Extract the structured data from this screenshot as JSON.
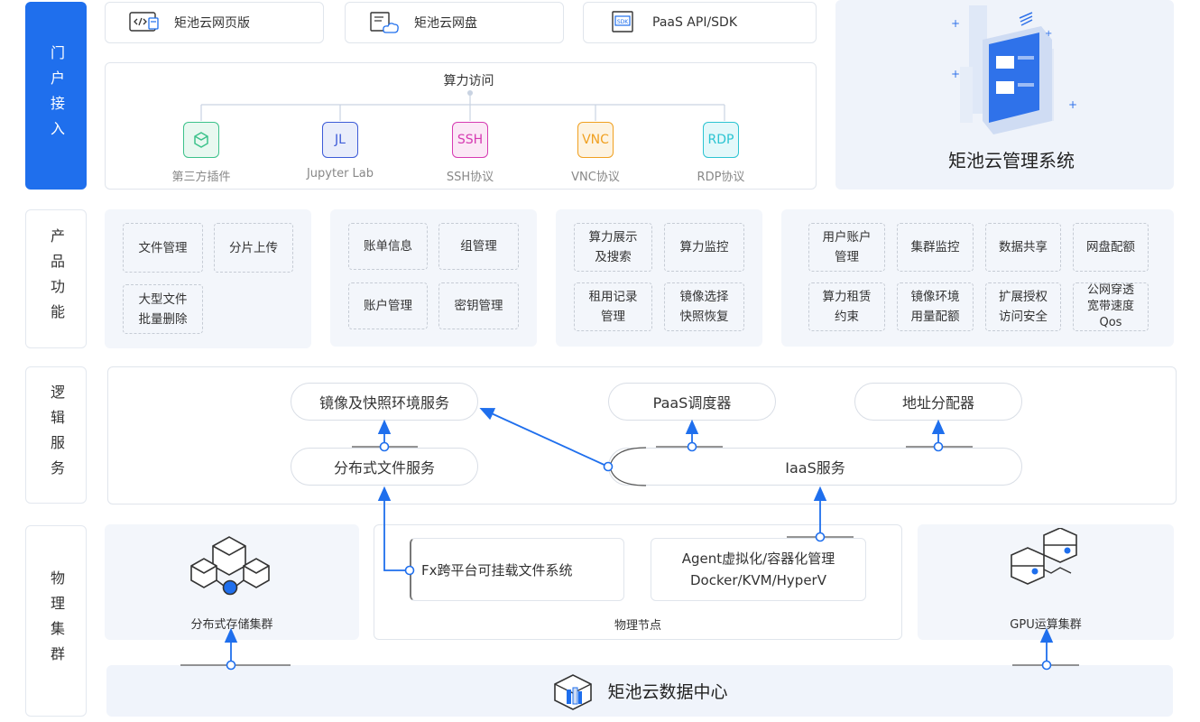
{
  "layers": {
    "portal": "门户接入",
    "product": "产品功能",
    "logic": "逻辑服务",
    "physical": "物理集群"
  },
  "portal": {
    "web": "矩池云网页版",
    "disk": "矩池云网盘",
    "api": "PaaS  API/SDK",
    "access_title": "算力访问",
    "tools": [
      {
        "text": "",
        "label": "第三方插件",
        "color": "#3cc28b",
        "bg": "#e8f8f0"
      },
      {
        "text": "JL",
        "label": "Jupyter Lab",
        "color": "#3d5bd8",
        "bg": "#e9edfb"
      },
      {
        "text": "SSH",
        "label": "SSH协议",
        "color": "#d63bb2",
        "bg": "#fbe8f6"
      },
      {
        "text": "VNC",
        "label": "VNC协议",
        "color": "#f0a020",
        "bg": "#fdf3e1"
      },
      {
        "text": "RDP",
        "label": "RDP协议",
        "color": "#2cc4d2",
        "bg": "#e3f8fa"
      }
    ],
    "system_title": "矩池云管理系统",
    "sdk_badge": "SDK"
  },
  "product": {
    "group1": [
      "文件管理",
      "分片上传",
      "大型文件\n批量删除"
    ],
    "group2": [
      "账单信息",
      "组管理",
      "账户管理",
      "密钥管理"
    ],
    "group3": [
      "算力展示\n及搜索",
      "算力监控",
      "租用记录\n管理",
      "镜像选择\n快照恢复"
    ],
    "group4": [
      "用户账户\n管理",
      "集群监控",
      "数据共享",
      "网盘配额",
      "算力租赁\n约束",
      "镜像环境\n用量配额",
      "扩展授权\n访问安全",
      "公网穿透\n宽带速度\nQos"
    ]
  },
  "logic": {
    "image_service": "镜像及快照环境服务",
    "paas_scheduler": "PaaS调度器",
    "address_allocator": "地址分配器",
    "dfs": "分布式文件服务",
    "iaas": "IaaS服务"
  },
  "physical": {
    "storage_cluster": "分布式存储集群",
    "fx": "Fx跨平台可挂载文件系统",
    "agent_line1": "Agent虚拟化/容器化管理",
    "agent_line2": "Docker/KVM/HyperV",
    "node": "物理节点",
    "gpu_cluster": "GPU运算集群",
    "datacenter": "矩池云数据中心"
  },
  "colors": {
    "primary": "#1f6fed",
    "panel": "#f3f6fb",
    "border": "#e0e5ec"
  }
}
